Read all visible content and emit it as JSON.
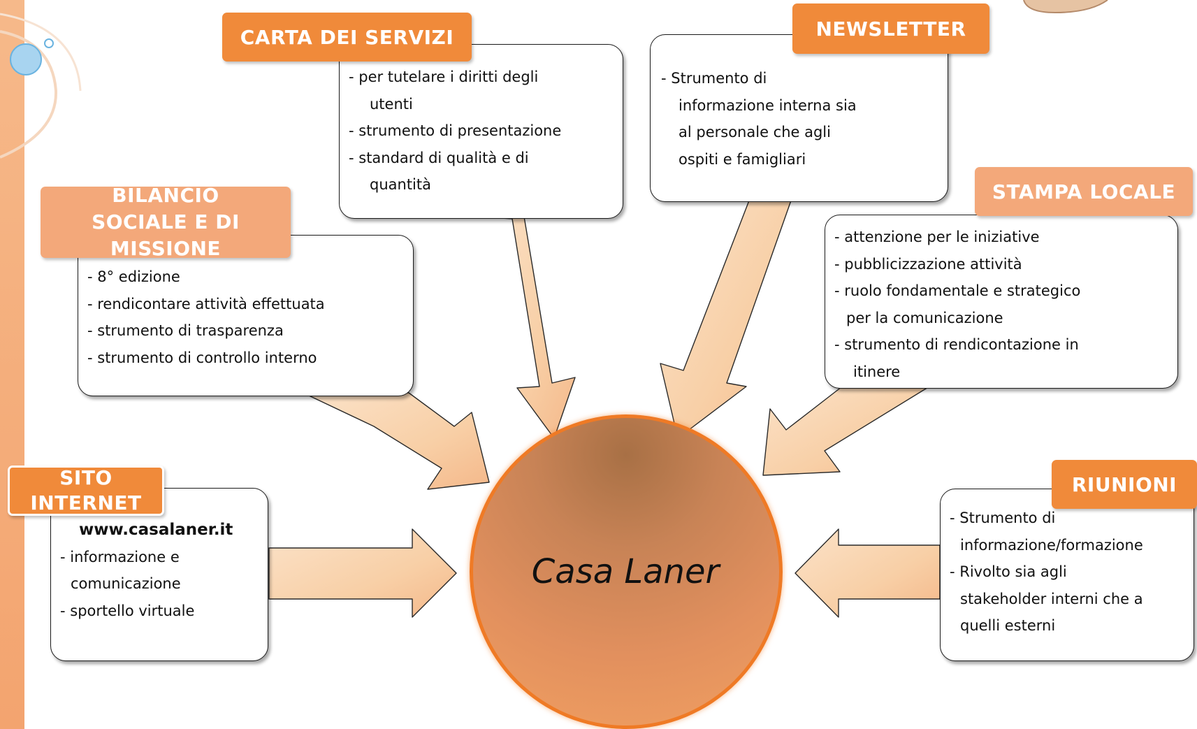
{
  "center": {
    "label": "Casa Laner"
  },
  "nodes": {
    "carta": {
      "title": "CARTA DEI SERVIZI",
      "lines": [
        "- per tutelare i diritti degli",
        "  utenti",
        "- strumento di presentazione",
        "- standard di qualità e di",
        "  quantità"
      ]
    },
    "newsletter": {
      "title": "NEWSLETTER",
      "lines": [
        "- Strumento di",
        "  informazione interna sia",
        "  al personale che agli",
        "  ospiti e famigliari"
      ]
    },
    "bilancio": {
      "title_lines": [
        "BILANCIO",
        "SOCIALE E DI",
        "MISSIONE"
      ],
      "lines": [
        "- 8° edizione",
        "- rendicontare attività effettuata",
        "- strumento di trasparenza",
        "- strumento di controllo interno"
      ]
    },
    "stampa": {
      "title": "STAMPA LOCALE",
      "lines": [
        "- attenzione per le iniziative",
        "- pubblicizzazione attività",
        "- ruolo fondamentale e strategico",
        "  per la comunicazione",
        "- strumento di rendicontazione in",
        "  itinere"
      ]
    },
    "sito": {
      "title_lines": [
        "SITO",
        "INTERNET"
      ],
      "url": "www.casalaner.it",
      "lines": [
        "- informazione e",
        "  comunicazione",
        "- sportello virtuale"
      ]
    },
    "riunioni": {
      "title": "RIUNIONI",
      "lines": [
        "- Strumento di",
        "  informazione/formazione",
        "- Rivolto sia agli",
        "  stakeholder interni che a",
        "  quelli esterni"
      ]
    }
  },
  "colors": {
    "title_orange": "#f08a3a",
    "title_light_orange": "#f3a87a",
    "arrow_fill": "#f9d4b0",
    "center_border": "#ef7a25"
  }
}
